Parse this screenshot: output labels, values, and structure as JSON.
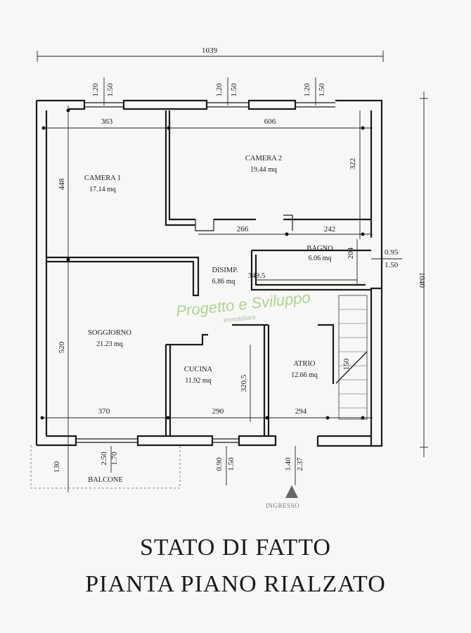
{
  "plan": {
    "dimensions": {
      "overall_width": "1039",
      "overall_height": "1040",
      "win1_top": "1.20",
      "win1_bottom": "1.50",
      "win2_top": "1.20",
      "win2_bottom": "1.50",
      "win3_top": "1.20",
      "win3_bottom": "1.50",
      "camera1_width": "363",
      "camera2_width": "606",
      "camera1_height": "448",
      "camera2_height": "322",
      "corridor_width": "266",
      "bagno_width_top": "242",
      "bagno_height": "204",
      "bagno_width": "349.5",
      "side_window_top": "0.95",
      "side_window_bottom": "1.50",
      "soggiorno_height": "520",
      "cucina_height": "320.5",
      "atrio_stair": "150",
      "soggiorno_width": "370",
      "cucina_width": "290",
      "atrio_width": "294",
      "balcone_depth": "130",
      "door1_top": "2.50",
      "door1_bottom": "1.70",
      "win4_top": "0.90",
      "win4_bottom": "1.50",
      "door2_top": "1.40",
      "door2_bottom": "2.37"
    },
    "rooms": {
      "camera1_name": "CAMERA 1",
      "camera1_area": "17.14 mq",
      "camera2_name": "CAMERA 2",
      "camera2_area": "19.44 mq",
      "bagno_name": "BAGNO",
      "bagno_area": "6.06 mq",
      "disimp_name": "DISIMP.",
      "disimp_area": "6.86 mq",
      "soggiorno_name": "SOGGIORNO",
      "soggiorno_area": "21.23 mq",
      "cucina_name": "CUCINA",
      "cucina_area": "11.92 mq",
      "atrio_name": "ATRIO",
      "atrio_area": "12.66 mq",
      "balcone_name": "BALCONE"
    },
    "entrance_label": "INGRESSO",
    "watermark": "Progetto e Sviluppo",
    "watermark_sub": "immobiliare"
  },
  "caption": {
    "line1": "STATO DI FATTO",
    "line2": "PIANTA PIANO RIALZATO"
  }
}
